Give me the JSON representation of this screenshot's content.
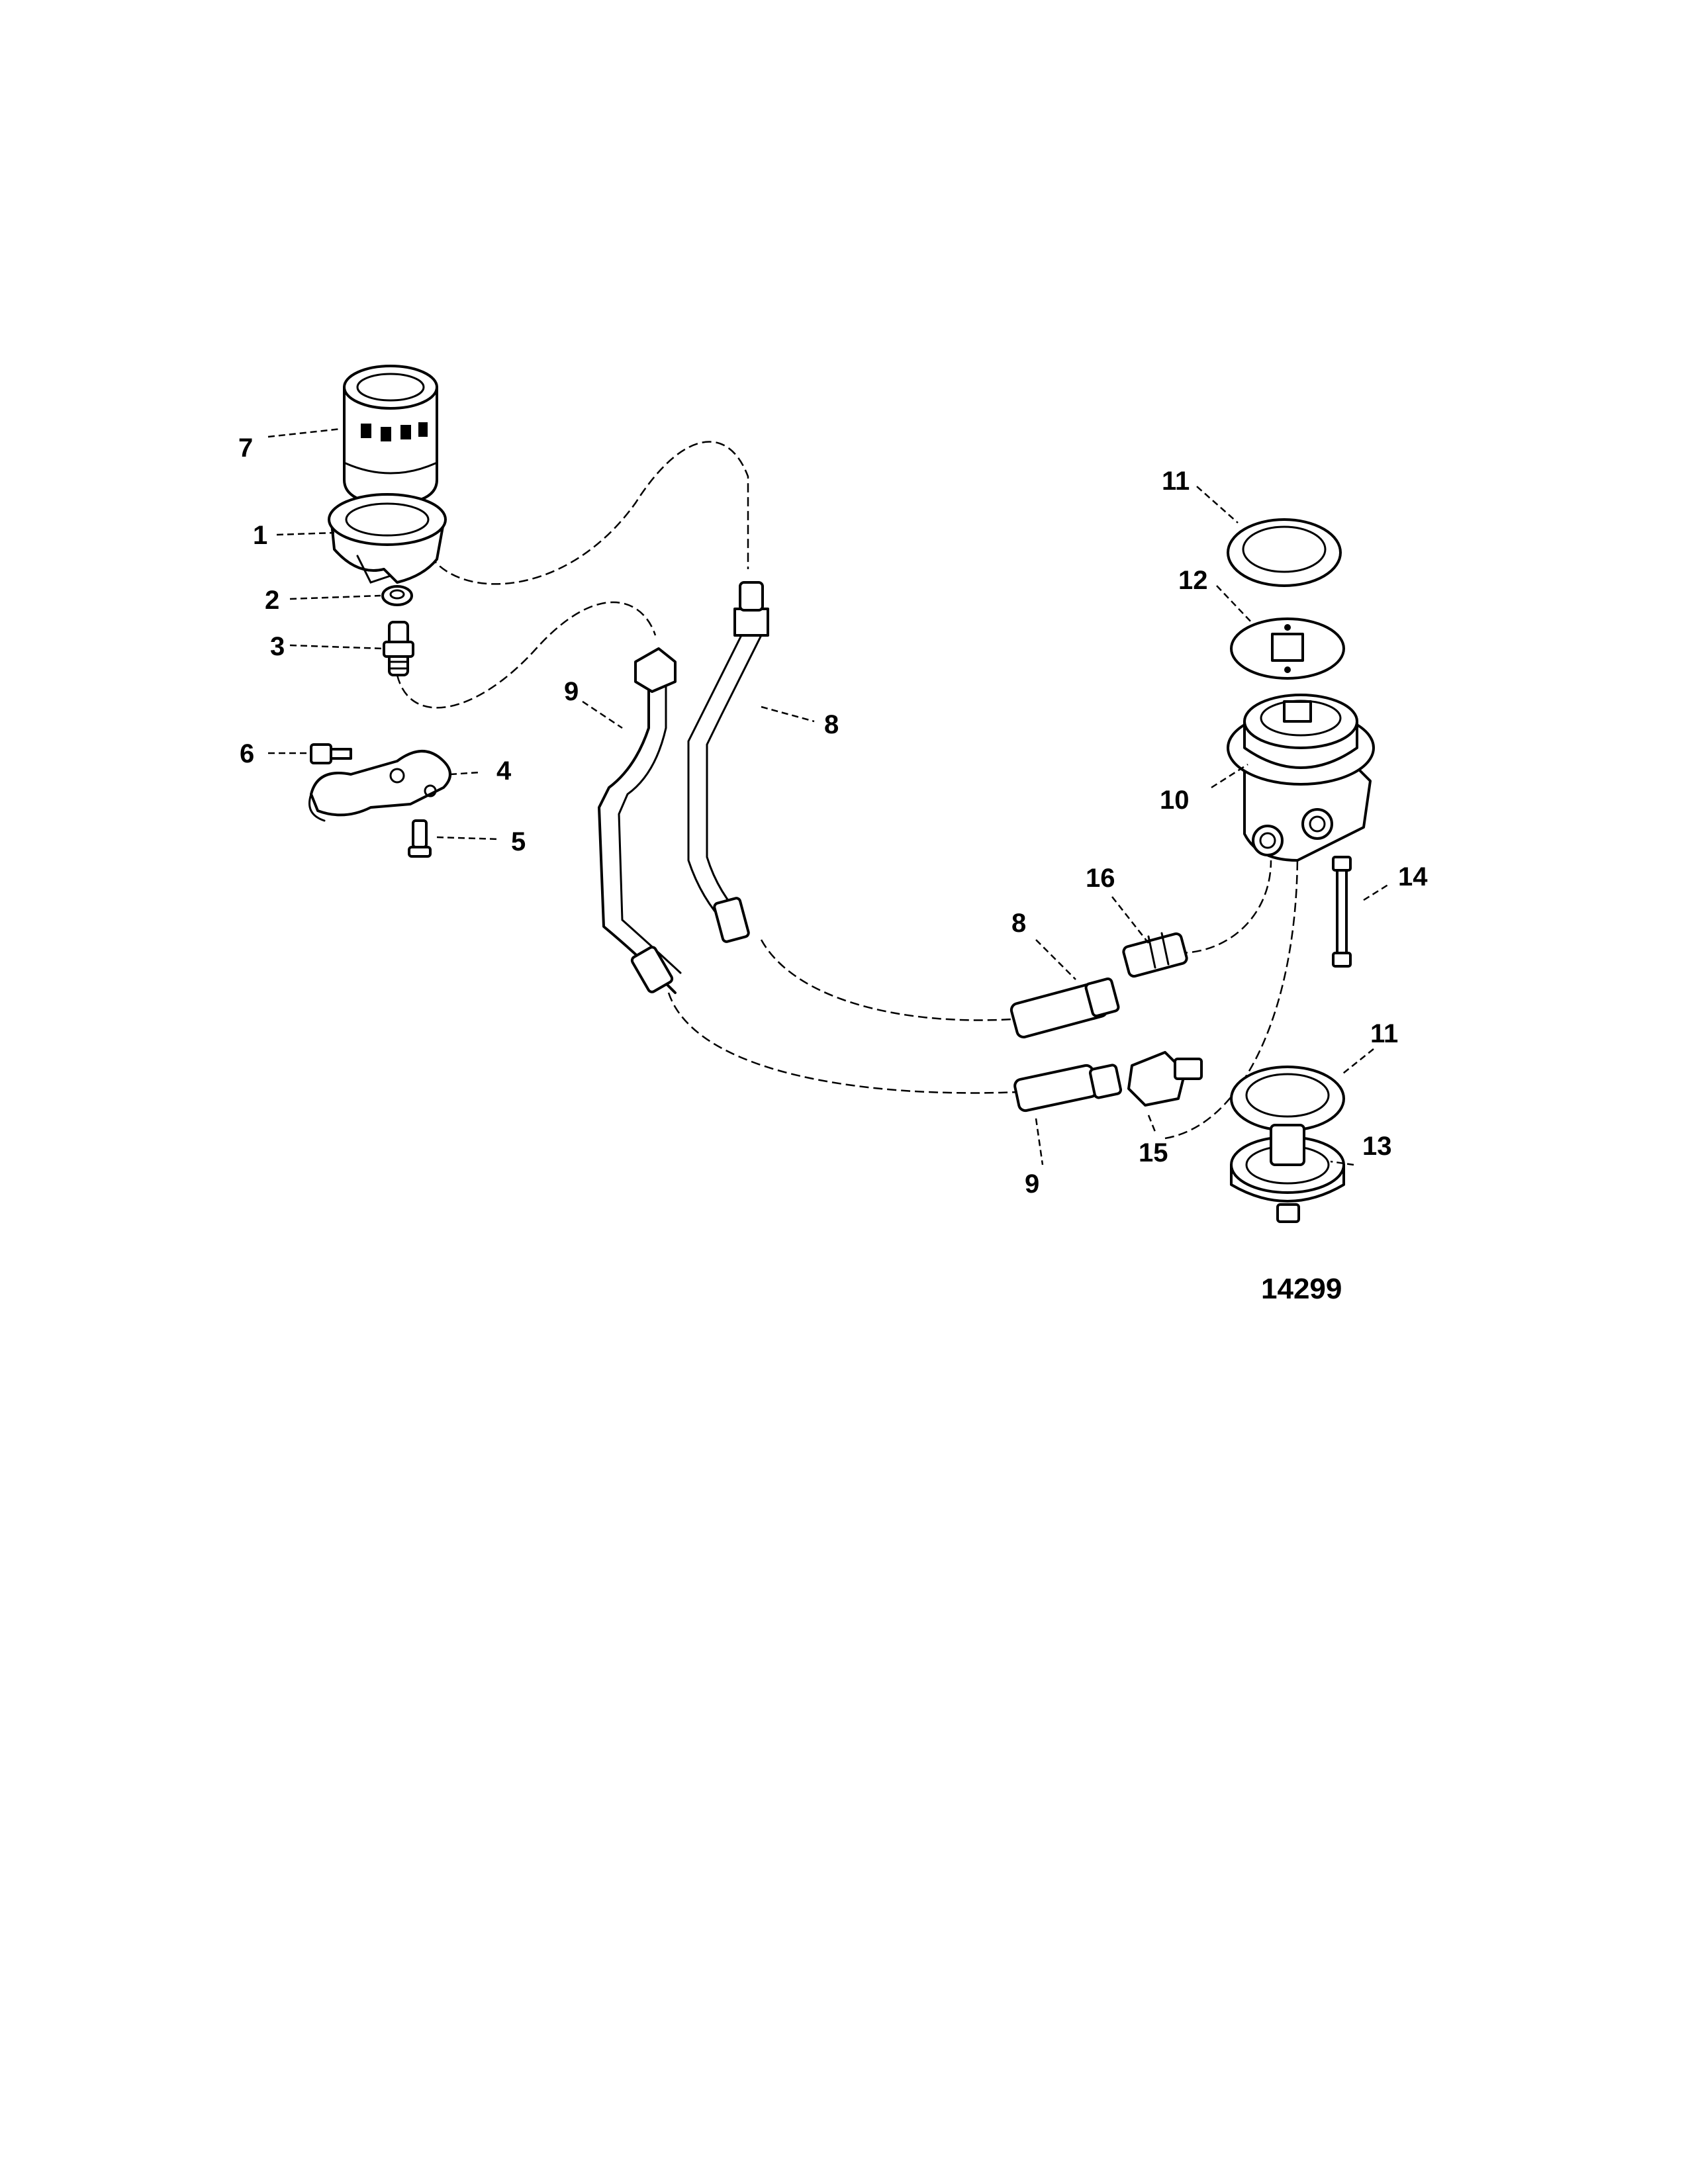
{
  "figure_number": "14299",
  "callouts": [
    {
      "id": "c7a",
      "text": "7"
    },
    {
      "id": "c1",
      "text": "1"
    },
    {
      "id": "c2",
      "text": "2"
    },
    {
      "id": "c3",
      "text": "3"
    },
    {
      "id": "c6",
      "text": "6"
    },
    {
      "id": "c4",
      "text": "4"
    },
    {
      "id": "c5",
      "text": "5"
    },
    {
      "id": "c9a",
      "text": "9"
    },
    {
      "id": "c8a",
      "text": "8"
    },
    {
      "id": "c11a",
      "text": "11"
    },
    {
      "id": "c12",
      "text": "12"
    },
    {
      "id": "c10",
      "text": "10"
    },
    {
      "id": "c14",
      "text": "14"
    },
    {
      "id": "c16",
      "text": "16"
    },
    {
      "id": "c8b",
      "text": "8"
    },
    {
      "id": "c11b",
      "text": "11"
    },
    {
      "id": "c13",
      "text": "13"
    },
    {
      "id": "c15",
      "text": "15"
    },
    {
      "id": "c9b",
      "text": "9"
    }
  ]
}
